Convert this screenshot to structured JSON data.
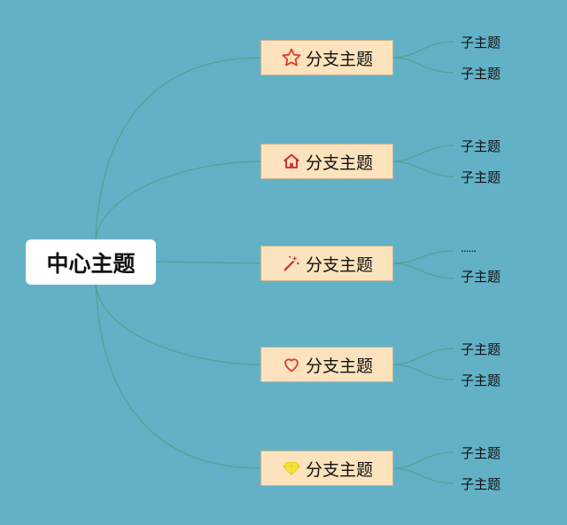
{
  "center": {
    "label": "中心主题"
  },
  "branches": [
    {
      "label": "分支主题",
      "icon": "star-icon",
      "icon_color": "#e03a2e",
      "children": [
        "子主题",
        "子主题"
      ]
    },
    {
      "label": "分支主题",
      "icon": "house-icon",
      "icon_color": "#c8323c",
      "children": [
        "子主题",
        "子主题"
      ]
    },
    {
      "label": "分支主题",
      "icon": "magic-wand-icon",
      "icon_color": "#c8323c",
      "children": [
        "......",
        "子主题"
      ]
    },
    {
      "label": "分支主题",
      "icon": "heart-icon",
      "icon_color": "#e03a3a",
      "children": [
        "子主题",
        "子主题"
      ]
    },
    {
      "label": "分支主题",
      "icon": "diamond-icon",
      "icon_color": "#f4e53c",
      "children": [
        "子主题",
        "子主题"
      ]
    }
  ],
  "colors": {
    "background": "#63b1c6",
    "branch_fill": "#fce3bd",
    "link": "#4f9f8a"
  }
}
